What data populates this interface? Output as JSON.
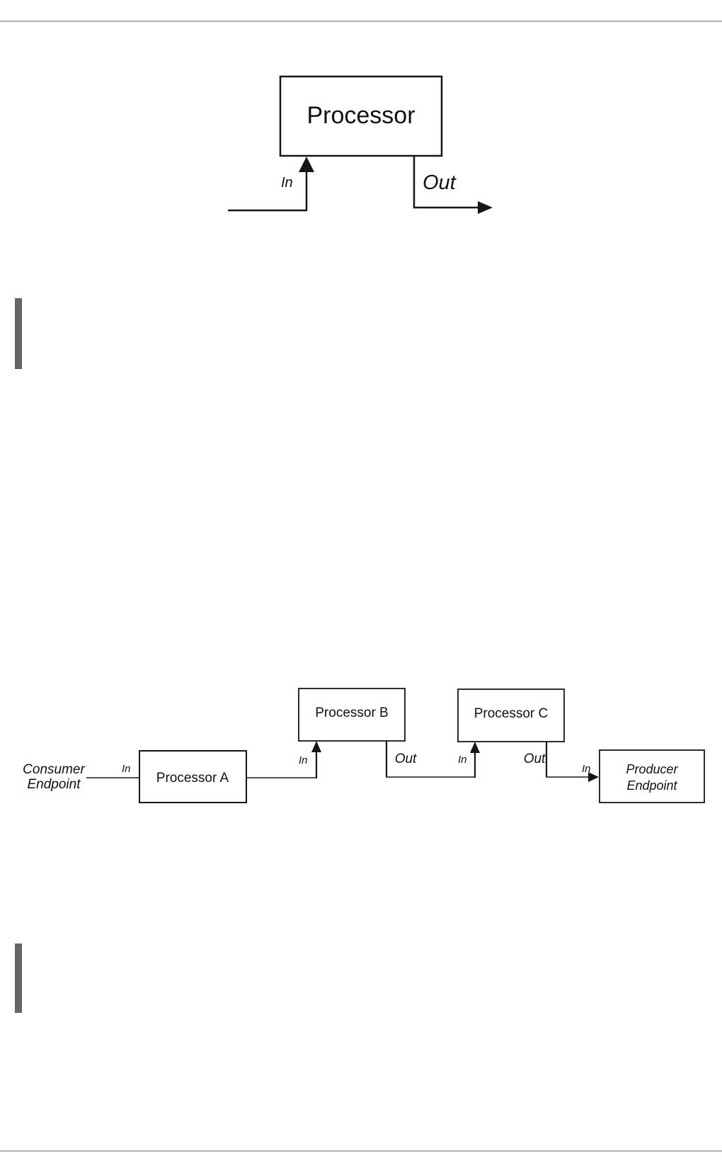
{
  "page": {
    "background_color": "#ffffff",
    "rule_color": "#b1b1b1",
    "change_bar_color": "#666666",
    "diagram_line_color": "#161616"
  },
  "figure_processor": {
    "box_label": "Processor",
    "in_label": "In",
    "out_label": "Out"
  },
  "figure_pipeline": {
    "consumer_line1": "Consumer",
    "consumer_line2": "Endpoint",
    "processor_a_label": "Processor A",
    "processor_b_label": "Processor B",
    "processor_c_label": "Processor C",
    "producer_line1": "Producer",
    "producer_line2": "Endpoint",
    "in_consumer_to_a": "In",
    "in_a_to_b": "In",
    "out_b": "Out",
    "in_b_to_c": "In",
    "out_c": "Out",
    "in_to_producer": "In"
  }
}
